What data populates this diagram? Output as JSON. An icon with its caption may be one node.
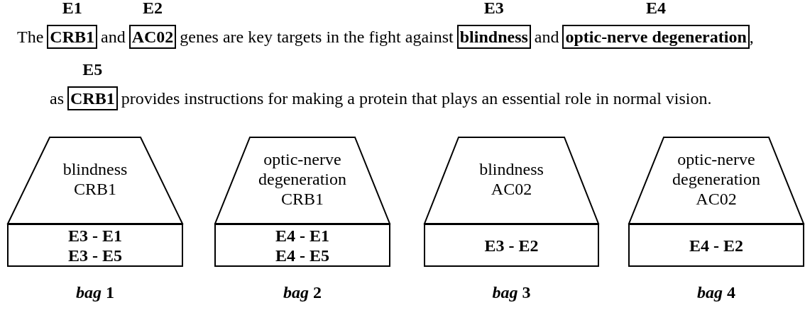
{
  "diagram": {
    "nodes": [
      {
        "text": [
          "CRB1"
        ],
        "beside": [
          "E1"
        ]
      },
      {
        "text": [
          "AC02"
        ],
        "beside": [
          "E2"
        ]
      },
      {
        "text": [
          "blindness"
        ],
        "beside": [
          "E3"
        ]
      },
      {
        "text": [
          "optic-nerve degeneration"
        ],
        "beside": [
          "E4"
        ]
      },
      {
        "text": [
          "CRB1"
        ],
        "beside": [
          "E5"
        ]
      },
      {
        "text": [
          "blindness CRB1"
        ]
      },
      {
        "text": [
          "E3 - E1",
          "E3 - E5"
        ],
        "beside": [
          "*bag* 1"
        ]
      },
      {
        "text": [
          "optic-nerve degeneration CRB1"
        ]
      },
      {
        "text": [
          "E4 - E1",
          "E4 - E5"
        ],
        "beside": [
          "*bag* 2"
        ]
      },
      {
        "text": [
          "blindness AC02"
        ]
      },
      {
        "text": [
          "E3 - E2"
        ],
        "beside": [
          "*bag* 3"
        ]
      },
      {
        "text": [
          "optic-nerve degeneration AC02"
        ]
      },
      {
        "text": [
          "E4 - E2"
        ],
        "beside": [
          "*bag* 4"
        ]
      }
    ],
    "edges": [],
    "labels": [
      "The",
      "and",
      "genes are key targets in the fight against",
      "and",
      ",",
      "as",
      "provides instructions for making a protein that plays an essential role in normal vision."
    ]
  }
}
